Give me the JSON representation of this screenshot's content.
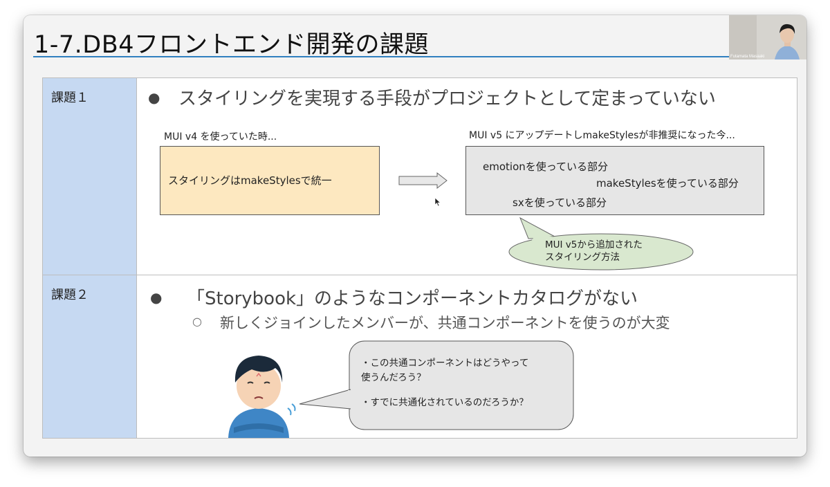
{
  "slide": {
    "title": "1-7.DB4フロントエンド開発の課題"
  },
  "video": {
    "name": "Futamata Masaaki"
  },
  "row1": {
    "label": "課題１",
    "bullet": "スタイリングを実現する手段がプロジェクトとして定まっていない",
    "before_caption": "MUI v4 を使っていた時...",
    "before_box": "スタイリングはmakeStylesで統一",
    "after_caption": "MUI v5 にアップデートしmakeStylesが非推奨になった今...",
    "after_items": [
      "emotionを使っている部分",
      "makeStylesを使っている部分",
      "sxを使っている部分"
    ],
    "callout": [
      "MUI v5から追加された",
      "スタイリング方法"
    ]
  },
  "row2": {
    "label": "課題２",
    "bullet": "「Storybook」のようなコンポーネントカタログがない",
    "sub_bullet": "新しくジョインしたメンバーが、共通コンポーネントを使うのが大変",
    "speech": [
      "・この共通コンポーネントはどうやって",
      "使うんだろう？",
      "・すでに共通化されているのだろうか？"
    ]
  },
  "colors": {
    "accent": "#2f7fbf",
    "label_bg": "#c6d9f2",
    "box_orange": "#fde8c0",
    "box_gray": "#e6e6e6",
    "callout_green": "#d9e8cf"
  }
}
